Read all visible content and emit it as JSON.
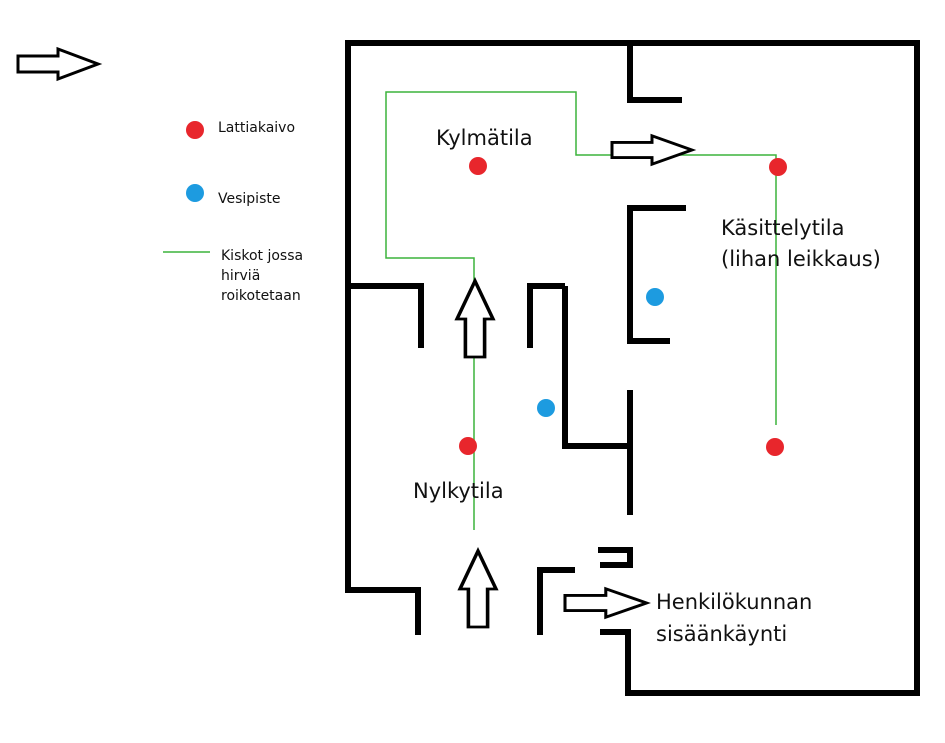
{
  "colors": {
    "wall": "#000000",
    "rail": "#3cb43c",
    "floor_drain": "#e8262c",
    "water_point": "#1d9be0",
    "arrow_fill": "#ffffff",
    "arrow_stroke": "#000000"
  },
  "legend": {
    "floor_drain_label": "Lattiakaivo",
    "water_point_label": "Vesipiste",
    "rail_label": "Kiskot jossa\nhirviä\nroikotetaan"
  },
  "rooms": {
    "cold_room": "Kylmätila",
    "processing_room": "Käsittelytila\n(lihan leikkaus)",
    "skinning_room": "Nylkytila",
    "staff_entrance": "Henkilökunnan\nsisäänkäynti"
  },
  "icons": {
    "flow_arrow": "right-arrow-outline",
    "floor_drain": "red-dot",
    "water_point": "blue-dot"
  }
}
